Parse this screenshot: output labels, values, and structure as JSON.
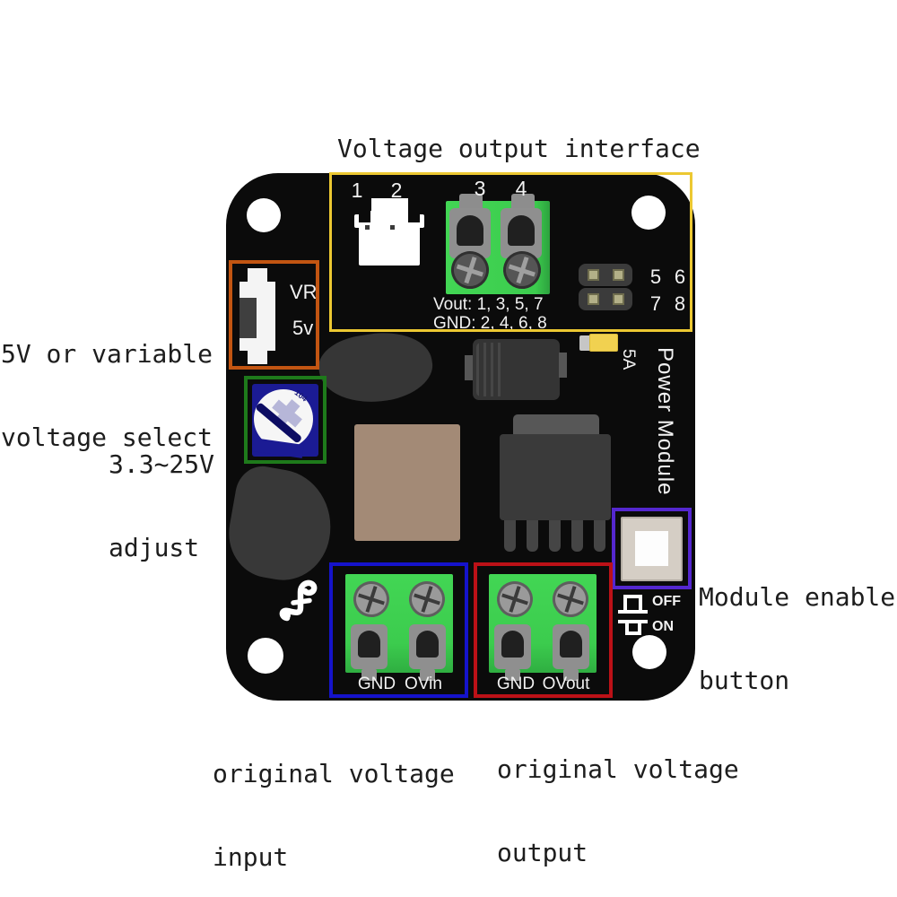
{
  "callouts": {
    "title": "Voltage output interface",
    "select_l1": "5V or variable",
    "select_l2": "voltage select",
    "adjust_l1": "3.3~25V",
    "adjust_l2": "adjust",
    "enable_l1": "Module enable",
    "enable_l2": "button",
    "input_l1": "original voltage",
    "input_l2": "input",
    "output_l1": "original voltage",
    "output_l2": "output"
  },
  "board": {
    "vertical_title": "Power Module",
    "fuse_rating": "5A",
    "switch_labels": {
      "top": "VR",
      "bottom": "5v"
    },
    "pot_marking": "104",
    "legend": {
      "l1": "Vout: 1, 3, 5, 7",
      "l2": "GND: 2, 4, 6, 8"
    },
    "pins": {
      "p1": "1",
      "p2": "2",
      "p3": "3",
      "p4": "4",
      "p5": "5",
      "p6": "6",
      "p7": "7",
      "p8": "8"
    },
    "switch_states": {
      "off": "OFF",
      "on": "ON"
    },
    "input_terminal": {
      "gnd": "GND",
      "signal": "OVin"
    },
    "output_terminal": {
      "gnd": "GND",
      "signal": "OVout"
    }
  },
  "colors": {
    "board": "#0b0b0b",
    "highlight_yellow": "#ecc832",
    "highlight_orange": "#c25512",
    "highlight_green": "#1e7a1b",
    "highlight_purple": "#5427cf",
    "highlight_blue": "#1513cb",
    "highlight_red": "#bc1117",
    "terminal_green": "#3ccc4e",
    "fuse_yellow": "#f1d150",
    "inductor_brown": "#a38a76",
    "pot_blue": "#1b1b94"
  }
}
